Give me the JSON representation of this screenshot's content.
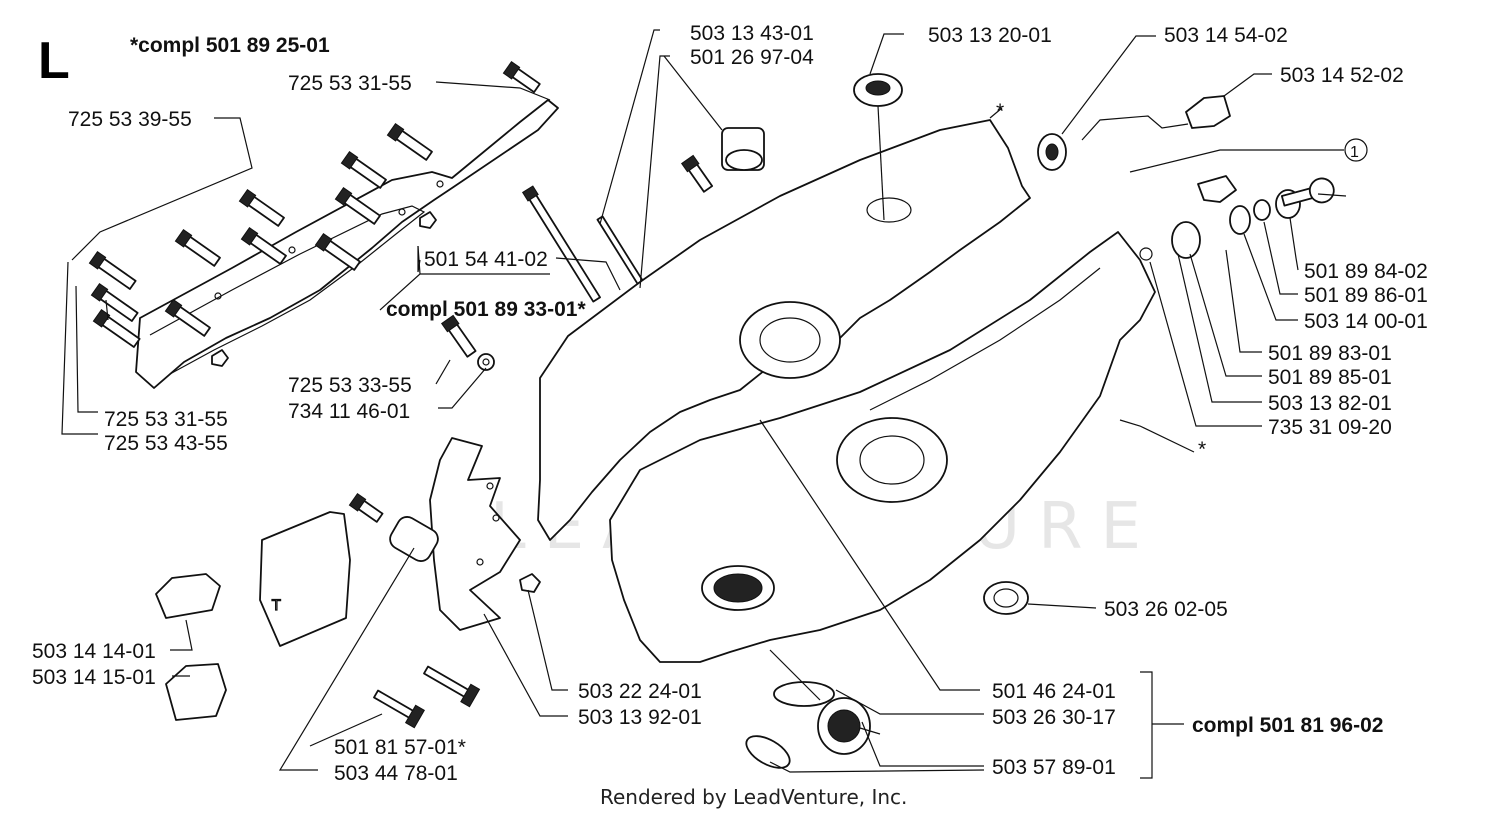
{
  "section_letter": "L",
  "assembly_label": "*compl 501 89 25-01",
  "watermark": "LEADVENTURE",
  "footer": "Rendered by LeadVenture, Inc.",
  "callout_number": "1",
  "callout_asterisks": [
    "*",
    "*"
  ],
  "parts": {
    "p725_53_31_55_top": "725 53 31-55",
    "p725_53_39_55": "725 53 39-55",
    "p725_53_31_55_low": "725 53 31-55",
    "p725_53_43_55": "725 53 43-55",
    "p501_54_41_02": "501 54 41-02",
    "p501_89_33_01": "compl 501 89 33-01*",
    "p725_53_33_55": "725 53 33-55",
    "p734_11_46_01": "734 11 46-01",
    "p503_13_43_01": "503 13 43-01",
    "p501_26_97_04": "501 26 97-04",
    "p503_13_20_01": "503 13 20-01",
    "p503_14_54_02": "503 14 54-02",
    "p503_14_52_02": "503 14 52-02",
    "p501_89_84_02": "501 89 84-02",
    "p501_89_86_01": "501 89 86-01",
    "p503_14_00_01": "503 14 00-01",
    "p501_89_83_01": "501 89 83-01",
    "p501_89_85_01": "501 89 85-01",
    "p503_13_82_01": "503 13 82-01",
    "p735_31_09_20": "735 31 09-20",
    "p503_26_02_05": "503 26 02-05",
    "p503_14_14_01": "503 14 14-01",
    "p503_14_15_01": "503 14 15-01",
    "p503_22_24_01": "503 22 24-01",
    "p503_13_92_01": "503 13 92-01",
    "p501_81_57_01": "501 81 57-01*",
    "p503_44_78_01": "503 44 78-01",
    "p501_46_24_01": "501 46 24-01",
    "p503_26_30_17": "503 26 30-17",
    "p503_57_89_01": "503 57 89-01",
    "p501_81_96_02": "compl 501 81 96-02"
  }
}
